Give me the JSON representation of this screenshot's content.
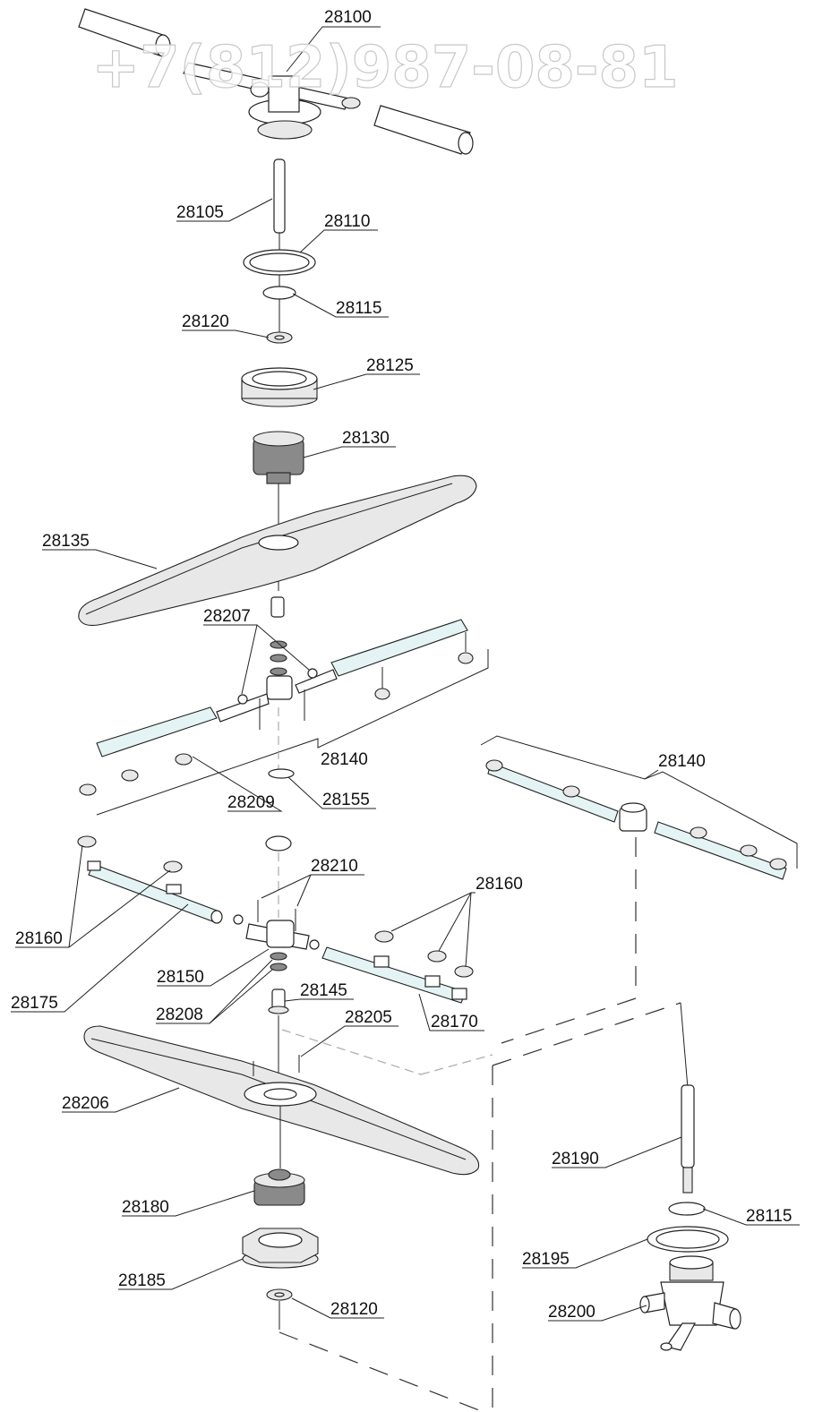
{
  "watermark": "+7(812)987-08-81",
  "part_labels": [
    "28100",
    "28105",
    "28110",
    "28115",
    "28120",
    "28125",
    "28130",
    "28135",
    "28207",
    "28140",
    "28209",
    "28155",
    "28140",
    "28210",
    "28160",
    "28160",
    "28150",
    "28175",
    "28145",
    "28208",
    "28205",
    "28170",
    "28206",
    "28190",
    "28115",
    "28180",
    "28195",
    "28185",
    "28200",
    "28120"
  ],
  "colors": {
    "line": "#222222",
    "accent_fill": "#e4f4f4",
    "part_grey": "#e8e8e8",
    "part_dark": "#8a8a8a"
  }
}
